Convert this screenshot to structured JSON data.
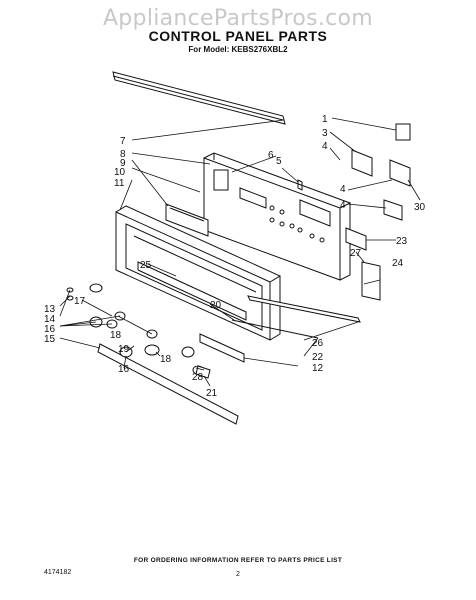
{
  "watermark": "AppliancePartsPros.com",
  "title": "CONTROL PANEL PARTS",
  "model": "For Model: KEBS276XBL2",
  "footer": "FOR ORDERING INFORMATION REFER TO PARTS PRICE LIST",
  "doc_number": "4174182",
  "page_number": "2",
  "callouts": [
    "1",
    "3",
    "4",
    "5",
    "6",
    "7",
    "8",
    "9",
    "10",
    "11",
    "4",
    "4",
    "30",
    "23",
    "27",
    "24",
    "25",
    "20",
    "13",
    "14",
    "17",
    "16",
    "18",
    "15",
    "19",
    "16",
    "18",
    "28",
    "26",
    "22",
    "12",
    "21"
  ]
}
